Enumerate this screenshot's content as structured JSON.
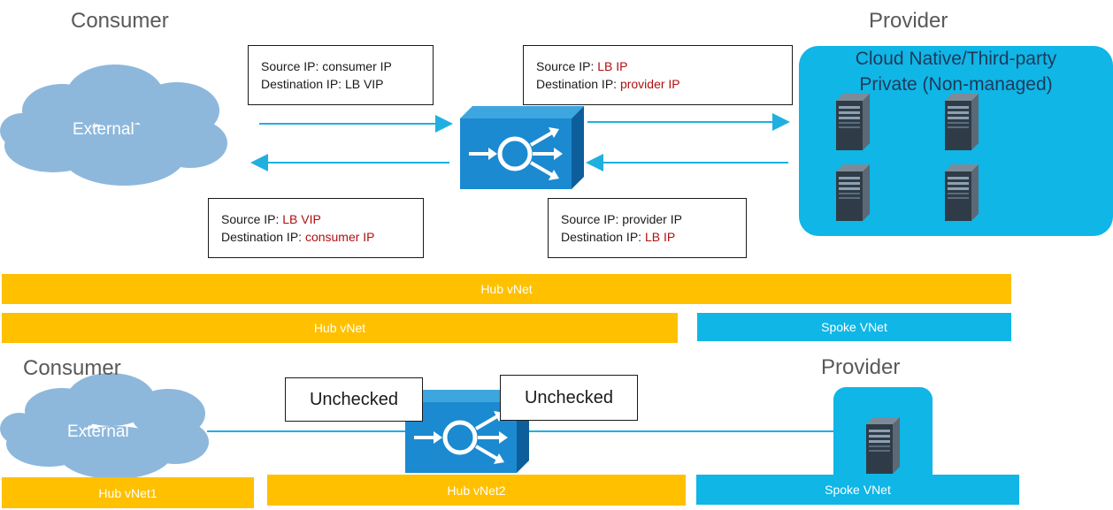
{
  "top": {
    "consumer_label": "Consumer",
    "provider_label": "Provider",
    "external_label": "External",
    "provider_group_line1": "Cloud Native/Third-party",
    "provider_group_line2": "Private (Non-managed)",
    "flow_boxes": {
      "consumer_to_lb": {
        "src_label": "Source IP: ",
        "src_value": "consumer IP",
        "dst_label": "Destination IP: ",
        "dst_value": "LB VIP"
      },
      "lb_to_provider": {
        "src_label": "Source IP: ",
        "src_value": "LB IP",
        "dst_label": "Destination IP: ",
        "dst_value": "provider IP"
      },
      "lb_to_consumer": {
        "src_label": "Source IP: ",
        "src_value": "LB VIP",
        "dst_label": "Destination IP: ",
        "dst_value": "consumer IP"
      },
      "provider_to_lb": {
        "src_label": "Source IP: ",
        "src_value": "provider IP",
        "dst_label": "Destination IP: ",
        "dst_value": "LB IP"
      }
    }
  },
  "bars": {
    "hub_full": "Hub vNet",
    "hub_left": "Hub vNet",
    "spoke_right": "Spoke VNet"
  },
  "bottom": {
    "consumer_label": "Consumer",
    "provider_label": "Provider",
    "external_label": "External",
    "unchecked_left": "Unchecked",
    "unchecked_right": "Unchecked",
    "hub1": "Hub vNet1",
    "hub2": "Hub vNet2",
    "spoke": "Spoke VNet"
  },
  "colors": {
    "hub_yellow": "#ffc000",
    "spoke_blue": "#0fb6e6",
    "cloud": "#8db8dc",
    "lb_blue": "#1b8ad0",
    "arrow": "#1fb0e0",
    "value_red": "#b01010"
  }
}
